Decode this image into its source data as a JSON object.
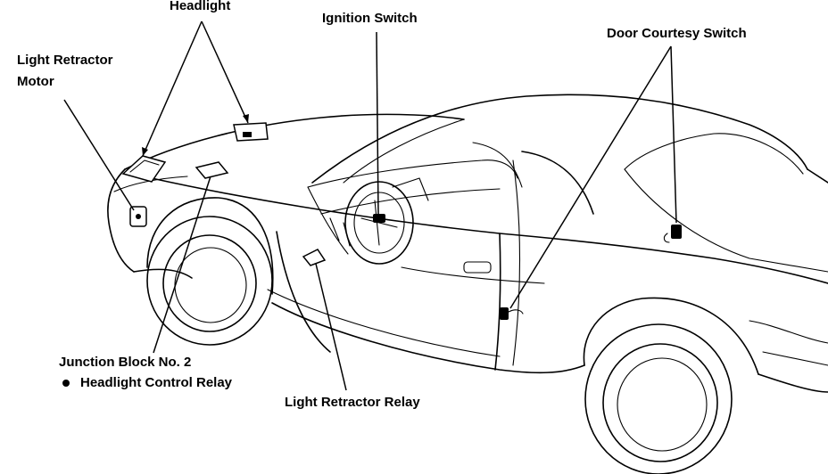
{
  "labels": {
    "headlight": "Headlight",
    "ignition_switch": "Ignition Switch",
    "door_courtesy_switch": "Door Courtesy Switch",
    "light_retractor_motor_line1": "Light Retractor",
    "light_retractor_motor_line2": "Motor",
    "junction_block": "Junction Block No. 2",
    "headlight_control_relay": "Headlight Control Relay",
    "light_retractor_relay": "Light Retractor Relay"
  },
  "colors": {
    "ink": "#000000",
    "paper": "#ffffff"
  }
}
